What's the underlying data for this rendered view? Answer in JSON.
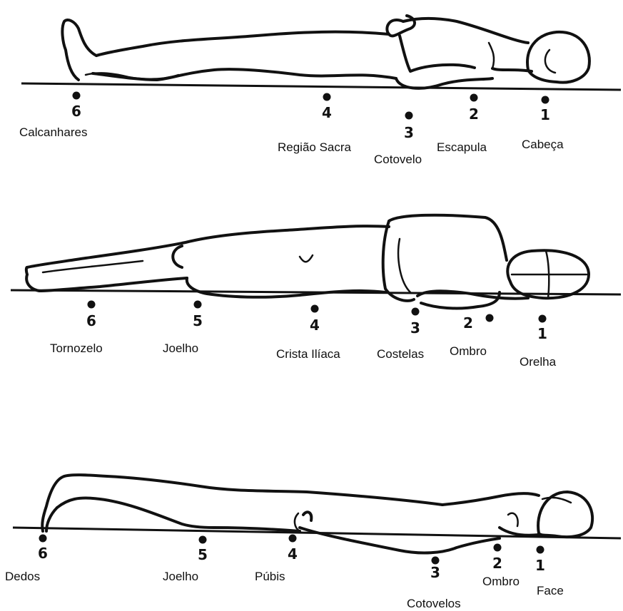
{
  "panels": [
    {
      "id": "supine",
      "points": [
        {
          "num": "6",
          "label": "Calcanhares"
        },
        {
          "num": "4",
          "label": "Região Sacra"
        },
        {
          "num": "3",
          "label": "Cotovelo"
        },
        {
          "num": "2",
          "label": "Escapula"
        },
        {
          "num": "1",
          "label": "Cabeça"
        }
      ]
    },
    {
      "id": "lateral",
      "points": [
        {
          "num": "6",
          "label": "Tornozelo"
        },
        {
          "num": "5",
          "label": "Joelho"
        },
        {
          "num": "4",
          "label": "Crista Ilíaca"
        },
        {
          "num": "3",
          "label": "Costelas"
        },
        {
          "num": "2",
          "label": "Ombro"
        },
        {
          "num": "1",
          "label": "Orelha"
        }
      ]
    },
    {
      "id": "prone",
      "points": [
        {
          "num": "6",
          "label": "Dedos"
        },
        {
          "num": "5",
          "label": "Joelho"
        },
        {
          "num": "4",
          "label": "Púbis"
        },
        {
          "num": "3",
          "label": "Cotovelos"
        },
        {
          "num": "2",
          "label": "Ombro"
        },
        {
          "num": "1",
          "label": "Face"
        }
      ]
    }
  ]
}
